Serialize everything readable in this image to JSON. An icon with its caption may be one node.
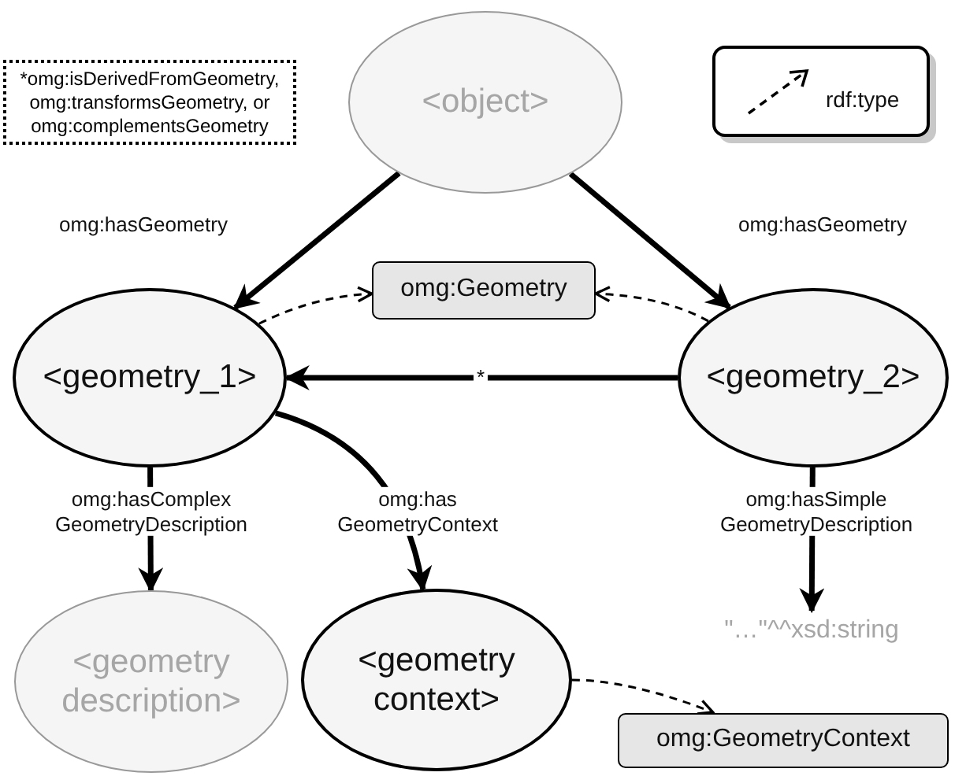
{
  "diagram": {
    "nodes": [
      {
        "text": [
          "*omg:isDerivedFromGeometry, omg:transformsGeometry, or omg:complementsGeometry"
        ]
      },
      {
        "text": [
          "<object>"
        ]
      },
      {
        "text": [
          "omg:Geometry"
        ]
      },
      {
        "text": [
          "<geometry_1>"
        ]
      },
      {
        "text": [
          "<geometry_2>"
        ]
      },
      {
        "text": [
          "<geometry description>"
        ]
      },
      {
        "text": [
          "<geometry context>"
        ]
      },
      {
        "text": [
          "\"…\"^^xsd:string"
        ]
      },
      {
        "text": [
          "omg:GeometryContext"
        ]
      }
    ],
    "edges": [
      {
        "from": 1,
        "to": 3,
        "arrow": "to",
        "label": "omg:hasGeometry"
      },
      {
        "from": 1,
        "to": 4,
        "arrow": "to",
        "label": "omg:hasGeometry"
      },
      {
        "from": 3,
        "to": 2,
        "arrow": "to",
        "style": "dashed"
      },
      {
        "from": 4,
        "to": 2,
        "arrow": "to",
        "style": "dashed"
      },
      {
        "from": 4,
        "to": 3,
        "arrow": "to",
        "label": "*"
      },
      {
        "from": 3,
        "to": 5,
        "arrow": "to",
        "label": "omg:hasComplex GeometryDescription"
      },
      {
        "from": 3,
        "to": 6,
        "arrow": "to",
        "label": "omg:has GeometryContext"
      },
      {
        "from": 4,
        "to": 7,
        "arrow": "to",
        "label": "omg:hasSimple GeometryDescription"
      },
      {
        "from": 6,
        "to": 8,
        "arrow": "to",
        "style": "dashed"
      }
    ],
    "legend": [
      {
        "text": "rdf:type"
      }
    ]
  }
}
